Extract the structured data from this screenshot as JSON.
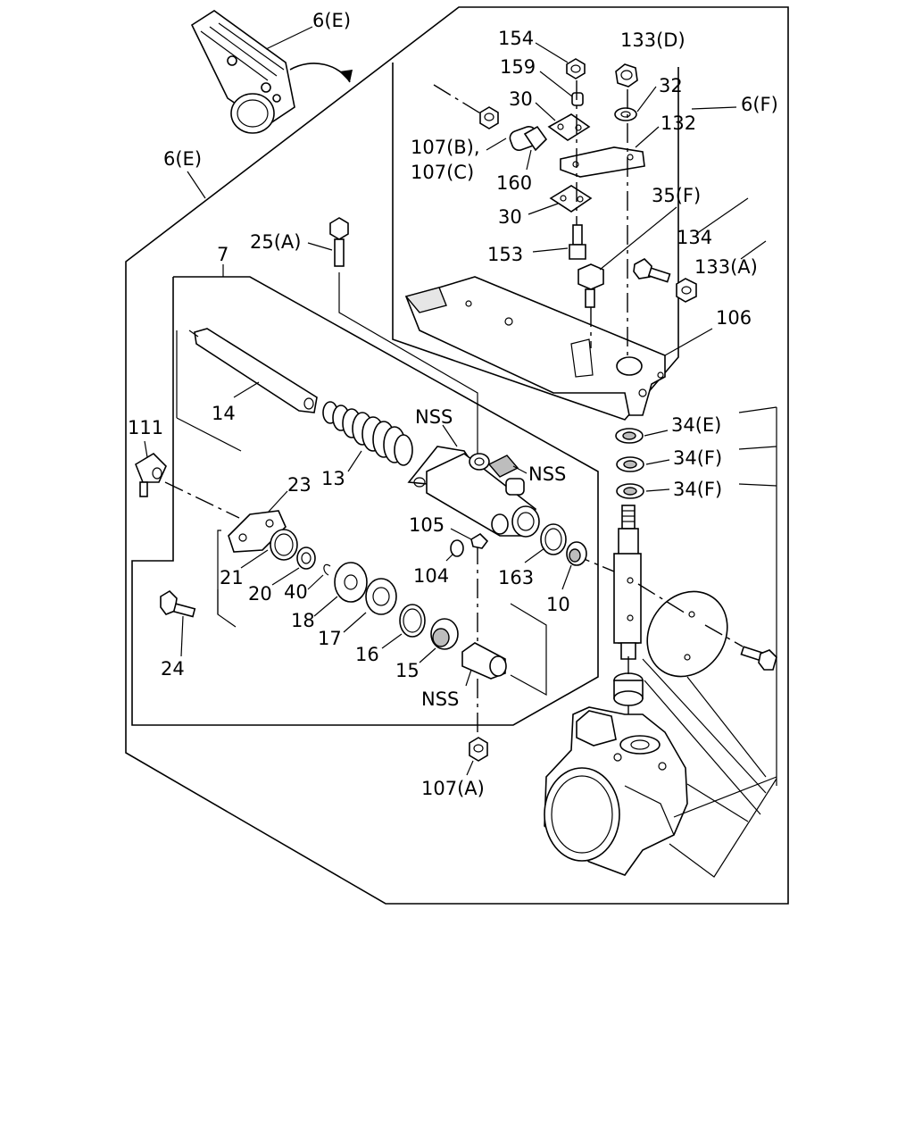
{
  "callouts": {
    "c_6e_inset": "6(E)",
    "c_6e_frame": "6(E)",
    "c_154": "154",
    "c_133d": "133(D)",
    "c_159": "159",
    "c_32": "32",
    "c_30a": "30",
    "c_132": "132",
    "c_6f": "6(F)",
    "c_107b": "107(B),",
    "c_107c": "107(C)",
    "c_160": "160",
    "c_35f": "35(F)",
    "c_30b": "30",
    "c_134": "134",
    "c_153": "153",
    "c_133a": "133(A)",
    "c_25a": "25(A)",
    "c_7": "7",
    "c_106": "106",
    "c_14": "14",
    "c_111": "111",
    "c_nss1": "NSS",
    "c_13": "13",
    "c_nss2": "NSS",
    "c_34e": "34(E)",
    "c_34f1": "34(F)",
    "c_34f2": "34(F)",
    "c_23": "23",
    "c_105": "105",
    "c_21": "21",
    "c_104": "104",
    "c_163": "163",
    "c_20": "20",
    "c_40": "40",
    "c_10": "10",
    "c_18": "18",
    "c_17": "17",
    "c_16": "16",
    "c_15": "15",
    "c_24": "24",
    "c_nss3": "NSS",
    "c_107a": "107(A)"
  }
}
